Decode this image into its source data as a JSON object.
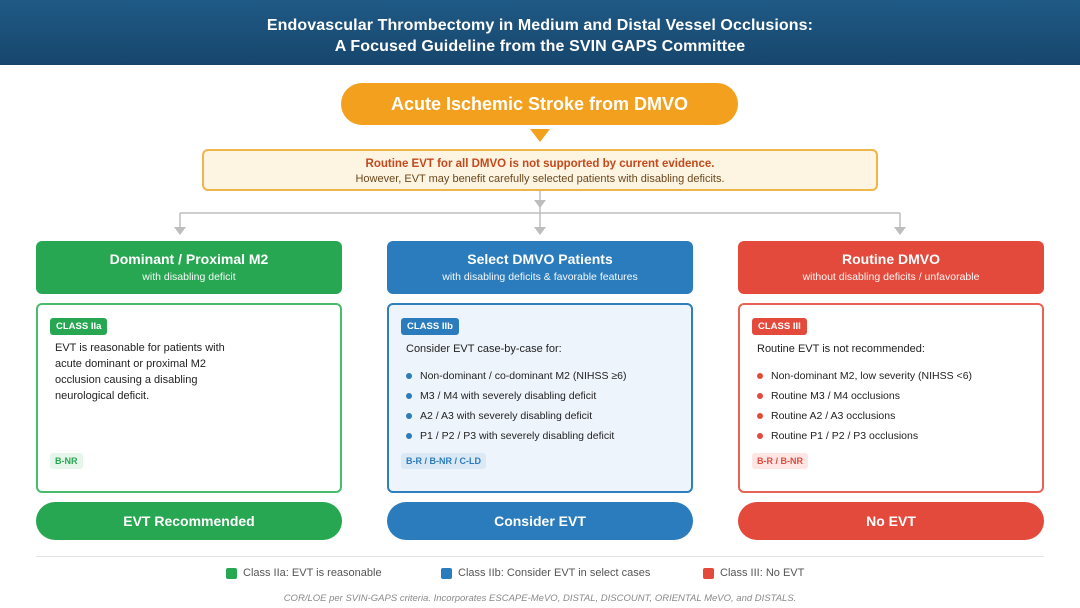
{
  "header": {
    "title_line1": "Endovascular Thrombectomy in Medium and Distal Vessel Occlusions:",
    "title_line2": "A Focused Guideline from the SVIN GAPS Committee"
  },
  "top_node": {
    "label": "Acute Ischemic Stroke from DMVO"
  },
  "evidence_note": {
    "line1": "Routine EVT for all DMVO is not supported by current evidence.",
    "line2": "However, EVT may benefit carefully selected patients with disabling deficits."
  },
  "columns": [
    {
      "title": "Dominant / Proximal M2",
      "subtitle": "with disabling deficit",
      "class_badge": "CLASS IIa",
      "text": "EVT is reasonable for patients with acute dominant or proximal M2 occlusion causing a disabling neurological deficit.",
      "loe": "B-NR",
      "outcome": "EVT Recommended",
      "color": "#27a752"
    },
    {
      "title": "Select DMVO Patients",
      "subtitle": "with disabling deficits & favorable features",
      "class_badge": "CLASS IIb",
      "intro": "Consider EVT case-by-case for:",
      "bullets": [
        "Non-dominant / co-dominant M2 (NIHSS ≥6)",
        "M3 / M4 with severely disabling deficit",
        "A2 / A3 with severely disabling deficit",
        "P1 / P2 / P3 with severely disabling deficit"
      ],
      "loe": "B-R / B-NR / C-LD",
      "outcome": "Consider EVT",
      "color": "#2b7cbd"
    },
    {
      "title": "Routine DMVO",
      "subtitle": "without disabling deficits / unfavorable",
      "class_badge": "CLASS III",
      "intro": "Routine EVT is not recommended:",
      "bullets": [
        "Non-dominant M2, low severity (NIHSS <6)",
        "Routine M3 / M4 occlusions",
        "Routine A2 / A3 occlusions",
        "Routine P1 / P2 / P3 occlusions"
      ],
      "loe": "B-R / B-NR",
      "outcome": "No EVT",
      "color": "#e34a3c"
    }
  ],
  "legend": [
    {
      "label": "Class IIa: EVT is reasonable",
      "color": "#27a752"
    },
    {
      "label": "Class IIb: Consider EVT in select cases",
      "color": "#2b7cbd"
    },
    {
      "label": "Class III: No EVT",
      "color": "#e34a3c"
    }
  ],
  "footnote": "COR/LOE per SVIN-GAPS criteria. Incorporates ESCAPE-MeVO, DISTAL, DISCOUNT, ORIENTAL MeVO, and DISTALS."
}
